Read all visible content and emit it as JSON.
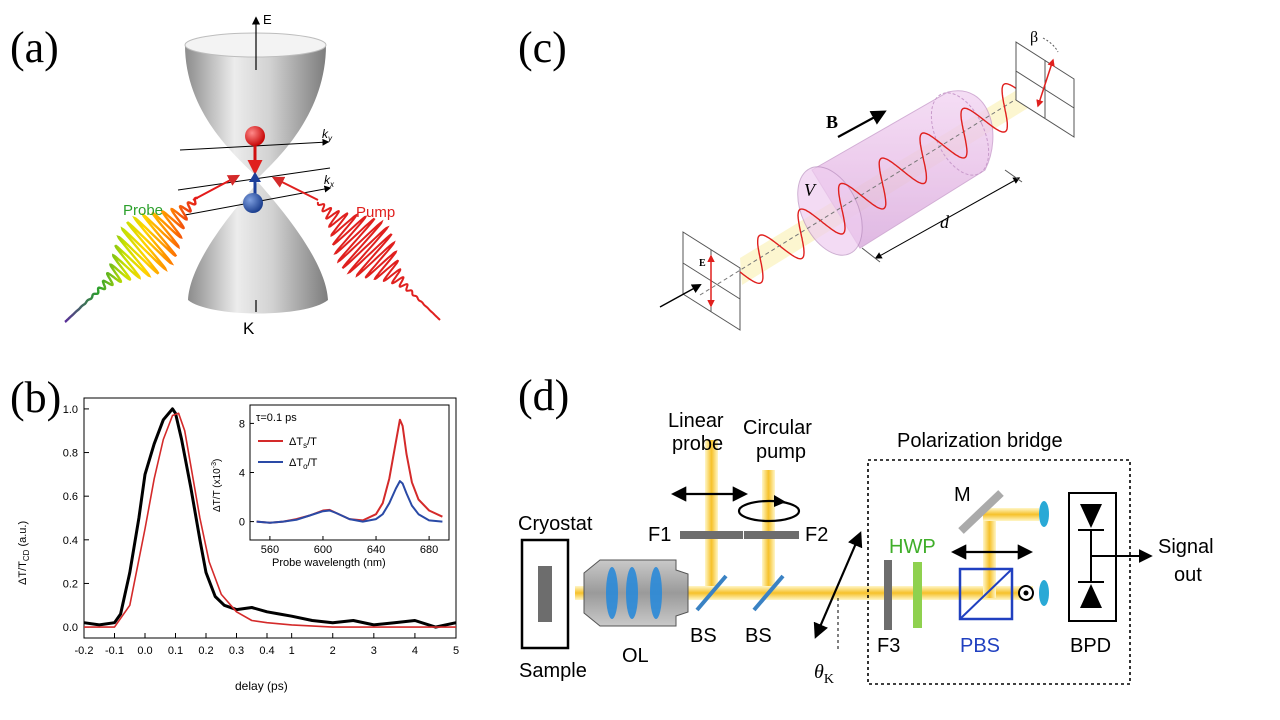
{
  "panels": [
    {
      "id": "a",
      "label": "(a)"
    },
    {
      "id": "b",
      "label": "(b)"
    },
    {
      "id": "c",
      "label": "(c)"
    },
    {
      "id": "d",
      "label": "(d)"
    }
  ],
  "panel_a": {
    "energy_axis": "E",
    "ky": "k",
    "ky_sub": "y",
    "kx": "k",
    "kx_sub": "x",
    "valley": "K",
    "probe": "Probe",
    "pump": "Pump"
  },
  "panel_c": {
    "field": "B",
    "polarization": "E",
    "verdet": "V",
    "length": "d",
    "angle": "β"
  },
  "panel_d": {
    "linear_probe_1": "Linear",
    "linear_probe_2": "probe",
    "circular_pump_1": "Circular",
    "circular_pump_2": "pump",
    "bridge": "Polarization bridge",
    "cryostat": "Cryostat",
    "sample": "Sample",
    "ol": "OL",
    "f1": "F1",
    "f2": "F2",
    "f3": "F3",
    "bs1": "BS",
    "bs2": "BS",
    "hwp": "HWP",
    "pbs": "PBS",
    "mirror": "M",
    "bpd": "BPD",
    "signal_1": "Signal",
    "signal_2": "out",
    "theta": "θ",
    "theta_sub": "K"
  },
  "chart_data": {
    "type": "line",
    "title": "",
    "xlabel": "delay (ps)",
    "ylabel": "ΔT/T",
    "ylabel_sub": "CD",
    "ylabel_unit": "(a.u.)",
    "ylim": [
      -0.05,
      1.05
    ],
    "x_axis_scale": "linear from -0.2 to 0.4, then 0.4 to 5 compressed",
    "x_ticks": [
      "-0.2",
      "-0.1",
      "0.0",
      "0.1",
      "0.2",
      "0.3",
      "0.4",
      "1",
      "2",
      "3",
      "4",
      "5"
    ],
    "y_ticks": [
      "0.0",
      "0.2",
      "0.4",
      "0.6",
      "0.8",
      "1.0"
    ],
    "series": [
      {
        "color": "#000000",
        "x": [
          -0.2,
          -0.15,
          -0.1,
          -0.08,
          -0.05,
          -0.02,
          0.0,
          0.03,
          0.06,
          0.09,
          0.1,
          0.12,
          0.15,
          0.18,
          0.2,
          0.23,
          0.26,
          0.3,
          0.35,
          0.4,
          0.7,
          1.0,
          1.5,
          2.0,
          2.5,
          3.0,
          3.5,
          4.0,
          4.5,
          5.0
        ],
        "y": [
          0.02,
          0.01,
          0.02,
          0.06,
          0.25,
          0.5,
          0.7,
          0.84,
          0.95,
          1.0,
          0.98,
          0.86,
          0.64,
          0.4,
          0.25,
          0.14,
          0.1,
          0.08,
          0.09,
          0.07,
          0.06,
          0.05,
          0.03,
          0.02,
          0.03,
          0.01,
          0.02,
          0.03,
          0.0,
          0.02
        ]
      },
      {
        "color": "#d42a2a",
        "x": [
          -0.2,
          -0.1,
          -0.05,
          0.0,
          0.03,
          0.06,
          0.09,
          0.11,
          0.13,
          0.15,
          0.18,
          0.21,
          0.25,
          0.3,
          0.35,
          0.4,
          1.0,
          2.0,
          3.0,
          4.0,
          5.0
        ],
        "y": [
          0.0,
          0.0,
          0.1,
          0.45,
          0.68,
          0.86,
          0.97,
          0.98,
          0.9,
          0.74,
          0.5,
          0.3,
          0.15,
          0.07,
          0.03,
          0.02,
          0.01,
          0.0,
          0.0,
          0.0,
          0.0
        ]
      }
    ],
    "inset": {
      "type": "line",
      "xlabel": "Probe wavelength (nm)",
      "ylabel": "ΔT/T (x10",
      "ylabel_exp": "-3",
      "xlim": [
        545,
        695
      ],
      "ylim": [
        -1.5,
        9.5
      ],
      "x_ticks": [
        "560",
        "600",
        "640",
        "680"
      ],
      "y_ticks": [
        "0",
        "4",
        "8"
      ],
      "annotation": "τ=0.1 ps",
      "legend_placement": "top-left",
      "series": [
        {
          "name": "ΔT",
          "name_sub": "s",
          "name_tail": "/T",
          "color": "#d42a2a",
          "x": [
            550,
            560,
            570,
            580,
            590,
            600,
            605,
            610,
            620,
            630,
            640,
            645,
            650,
            655,
            658,
            660,
            663,
            667,
            672,
            680,
            690
          ],
          "y": [
            0.0,
            -0.1,
            0.0,
            0.2,
            0.5,
            0.9,
            0.95,
            0.7,
            0.2,
            0.1,
            0.6,
            1.5,
            3.5,
            6.5,
            8.3,
            7.8,
            5.5,
            3.2,
            1.8,
            0.9,
            0.4
          ]
        },
        {
          "name": "ΔT",
          "name_sub": "o",
          "name_tail": "/T",
          "color": "#2a4aa6",
          "x": [
            550,
            560,
            570,
            580,
            590,
            600,
            605,
            610,
            620,
            630,
            640,
            645,
            650,
            655,
            658,
            660,
            663,
            667,
            672,
            680,
            690
          ],
          "y": [
            0.0,
            -0.1,
            0.0,
            0.15,
            0.5,
            0.85,
            0.9,
            0.7,
            0.2,
            0.0,
            0.2,
            0.6,
            1.5,
            2.7,
            3.3,
            3.1,
            2.3,
            1.3,
            0.6,
            0.1,
            0.0
          ]
        }
      ]
    }
  }
}
